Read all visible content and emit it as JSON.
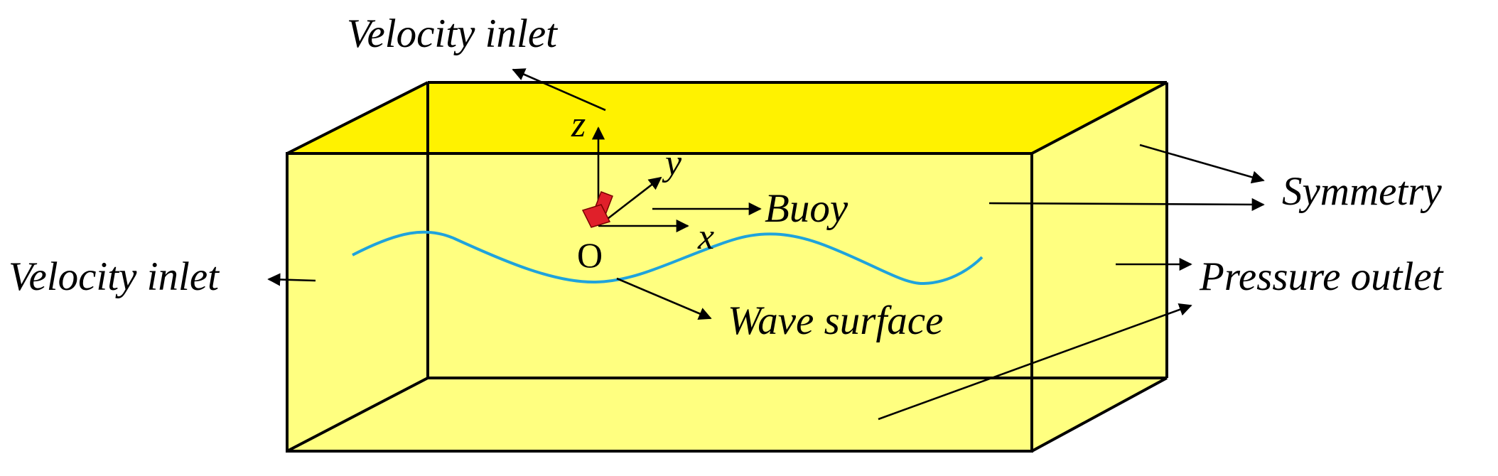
{
  "labels": {
    "velocity_inlet_top": "Velocity inlet",
    "velocity_inlet_left": "Velocity inlet",
    "symmetry": "Symmetry",
    "pressure_outlet": "Pressure outlet",
    "buoy": "Buoy",
    "wave_surface": "Wave surface"
  },
  "axes": {
    "x": "x",
    "y": "y",
    "z": "z",
    "origin": "O"
  },
  "colors": {
    "top_face": "#fff200",
    "bottom_face": "#fff200",
    "front_face": "#ffff80",
    "back_face": "#ffff80",
    "right_face": "#ffff80",
    "wave": "#1fa3dc",
    "buoy": "#e0202a",
    "edges": "#000000"
  }
}
